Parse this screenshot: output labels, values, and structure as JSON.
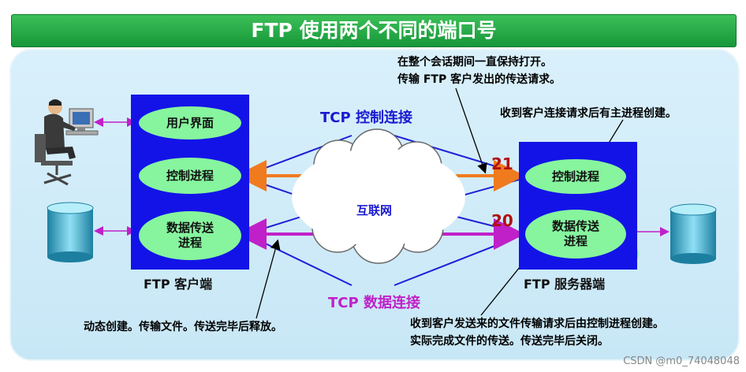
{
  "title": "FTP 使用两个不同的端口号",
  "control_connection_label": "TCP 控制连接",
  "data_connection_label": "TCP 数据连接",
  "internet_label": "互联网",
  "client": {
    "label": "FTP 客户端",
    "ui_process": "用户界面",
    "control_process": "控制进程",
    "data_process_line1": "数据传送",
    "data_process_line2": "进程"
  },
  "server": {
    "label": "FTP 服务器端",
    "control_process": "控制进程",
    "data_process_line1": "数据传送",
    "data_process_line2": "进程",
    "control_port": "21",
    "data_port": "20"
  },
  "notes": {
    "control_conn_line1": "在整个会话期间一直保持打开。",
    "control_conn_line2": "传输 FTP 客户发出的传送请求。",
    "server_control_process": "收到客户连接请求后有主进程创建。",
    "client_data_process": "动态创建。传输文件。传送完毕后释放。",
    "server_data_line1": "收到客户发送来的文件传输请求后由控制进程创建。",
    "server_data_line2": "实际完成文件的传送。传送完毕后关闭。"
  },
  "colors": {
    "control_arrow": "#f07a1e",
    "data_arrow": "#c020c8",
    "process_box": "#1313e8",
    "process_ellipse": "#86f59e",
    "title_bar": "#1fa844"
  },
  "watermark": "CSDN @m0_74048048"
}
